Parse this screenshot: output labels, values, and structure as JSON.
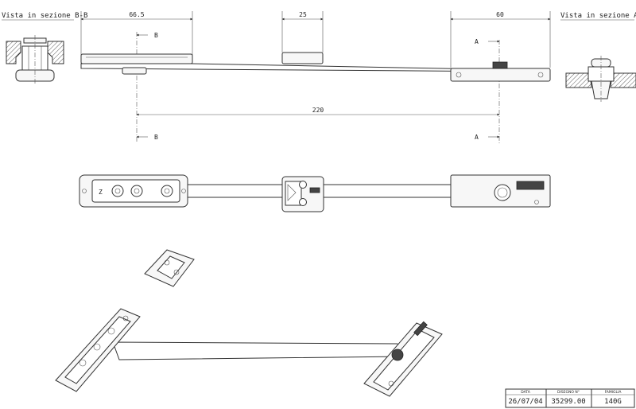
{
  "sections": {
    "left_title": "Vista in sezione B-B",
    "right_title": "Vista in sezione A-A"
  },
  "dimensions": {
    "d1": "66.5",
    "d2": "25",
    "d3": "60",
    "d4": "220"
  },
  "section_markers": {
    "b_top": "B",
    "b_bottom": "B",
    "a_top": "A",
    "a_bottom": "A"
  },
  "title_block": {
    "headers": [
      "DATA",
      "DISEGNO N°",
      "FAMIGLIA"
    ],
    "values": [
      "26/07/04",
      "35299.00",
      "140G"
    ]
  }
}
